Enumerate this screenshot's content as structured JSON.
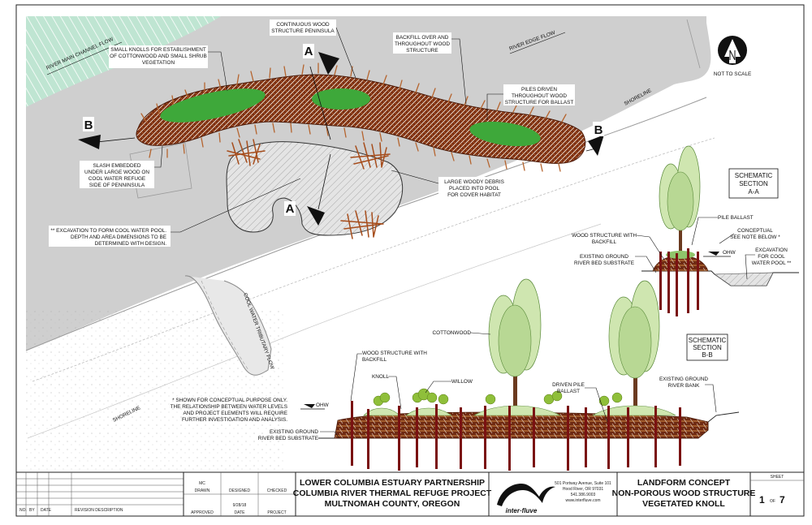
{
  "north_arrow": {
    "caption": "NOT TO SCALE"
  },
  "plan": {
    "flow_labels": {
      "river_main_channel": "RIVER MAIN CHANNEL FLOW",
      "river_edge": "RIVER EDGE FLOW",
      "cool_water_tributary": "COOL WATER TRIBUTARY FLOW"
    },
    "shoreline_labels": [
      "SHORELINE",
      "SHORELINE"
    ],
    "section_markers": {
      "a_top": "A",
      "a_bottom": "A",
      "b_left": "B",
      "b_right": "B"
    },
    "callouts": {
      "continuous_wood": [
        "CONTINUOUS WOOD",
        "STRUCTURE PENINSULA"
      ],
      "small_knolls": [
        "SMALL KNOLLS FOR ESTABLISHMENT",
        "OF COTTONWOOD AND SMALL SHRUB",
        "VEGETATION"
      ],
      "backfill": [
        "BACKFILL OVER AND",
        "THROUGHOUT WOOD",
        "STRUCTURE"
      ],
      "piles_driven": [
        "PILES DRIVEN",
        "THROUGHOUT WOOD",
        "STRUCTURE FOR BALLAST"
      ],
      "slash": [
        "SLASH EMBEDDED",
        "UNDER LARGE WOOD ON",
        "COOL WATER REFUGE",
        "SIDE OF PENNINSULA"
      ],
      "large_woody": [
        "LARGE WOODY DEBRIS",
        "PLACED INTO POOL",
        "FOR COVER HABITAT"
      ],
      "excavation": [
        "** EXCAVATION TO FORM COOL WATER POOL.",
        "DEPTH AND AREA DIMENSIONS TO BE",
        "DETERMINED WITH DESIGN."
      ]
    }
  },
  "section_aa": {
    "title": [
      "SCHEMATIC",
      "SECTION",
      "A-A"
    ],
    "labels": {
      "wood_structure": [
        "WOOD STRUCTURE WITH",
        "BACKFILL"
      ],
      "pile_ballast": "PILE BALLAST",
      "existing_ground": [
        "EXISTING GROUND",
        "RIVER BED SUBSTRATE"
      ],
      "conceptual": [
        "CONCEPTUAL",
        "SEE NOTE BELOW *"
      ],
      "ohw": "OHW",
      "excavation": [
        "EXCAVATION",
        "FOR COOL",
        "WATER POOL **"
      ]
    }
  },
  "section_bb": {
    "title": [
      "SCHEMATIC",
      "SECTION",
      "B-B"
    ],
    "labels": {
      "cottonwood": "COTTONWOOD",
      "wood_structure": [
        "WOOD STRUCTURE WITH",
        "BACKFILL"
      ],
      "knoll": "KNOLL",
      "willow": "WILLOW",
      "driven_pile": [
        "DRIVEN PILE",
        "BALLAST"
      ],
      "existing_bank": [
        "EXISTING GROUND",
        "RIVER BANK"
      ],
      "ohw": "OHW",
      "existing_bed": [
        "EXISTING GROUND",
        "RIVER BED SUBSTRATE"
      ]
    },
    "note": [
      "* SHOWN FOR CONCEPTUAL PURPOSE ONLY.",
      "THE RELATIONSHIP BETWEEN WATER LEVELS",
      "AND PROJECT ELEMENTS WILL REQUIRE",
      "FURTHER INVESTIGATION AND ANALYSIS."
    ]
  },
  "title_block": {
    "revision_headers": [
      "NO.",
      "BY",
      "DATE",
      "REVISION DESCRIPTION"
    ],
    "drawn_initials": "MC",
    "approvals_row1": [
      "DRAWN",
      "DESIGNED",
      "CHECKED"
    ],
    "approval_date": "9/28/18",
    "approvals_row2": [
      "APPROVED",
      "DATE",
      "PROJECT"
    ],
    "project": [
      "LOWER COLUMBIA ESTUARY PARTNERSHIP",
      "COLUMBIA RIVER THERMAL REFUGE PROJECT",
      "MULTNOMAH COUNTY, OREGON"
    ],
    "company_name": "inter·fluve",
    "address": [
      "501 Portway Avenue, Suite 101",
      "Hood River, OR 97031",
      "541.386.9003",
      "www.interfluve.com"
    ],
    "sheet_title": [
      "LANDFORM CONCEPT",
      "NON-POROUS WOOD STRUCTURE",
      "VEGETATED KNOLL"
    ],
    "sheet_label": "SHEET",
    "sheet_number": "1",
    "sheet_of": "OF",
    "sheet_total": "7"
  },
  "colors": {
    "land": "#cfcfcf",
    "green_water": "#bfe5d2",
    "knoll_green": "#3ea83a",
    "wood": "#8a3c1a",
    "pile": "#7a1212",
    "tree_light": "#cfe6b0",
    "tree_dark": "#8fbf6a"
  }
}
